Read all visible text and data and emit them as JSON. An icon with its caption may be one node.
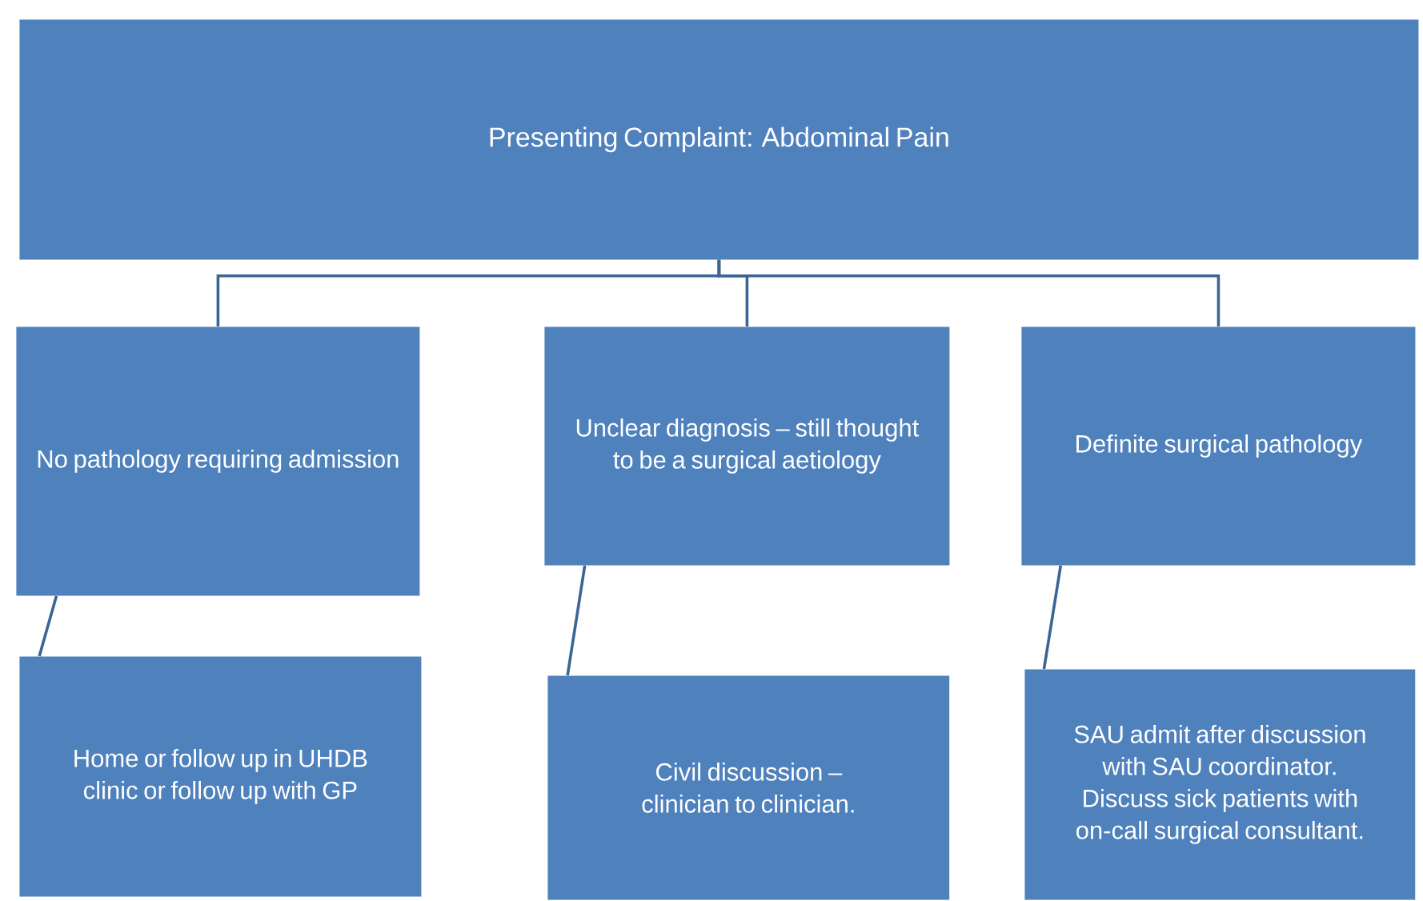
{
  "diagram": {
    "nodes": [
      {
        "text": [
          "Presenting Complaint: Abdominal Pain"
        ]
      },
      {
        "text": [
          "No pathology requiring admission"
        ]
      },
      {
        "text": [
          "Unclear diagnosis – still thought to be a surgical aetiology"
        ]
      },
      {
        "text": [
          "Definite surgical pathology"
        ]
      },
      {
        "text": [
          "Home or follow up in UHDB clinic or follow up with GP"
        ]
      },
      {
        "text": [
          "Civil discussion – clinician to clinician."
        ]
      },
      {
        "text": [
          "SAU admit after discussion with SAU coordinator. Discuss sick patients with on-call surgical consultant."
        ]
      }
    ],
    "edges": [
      {
        "from": 0,
        "to": 1,
        "arrow": "none"
      },
      {
        "from": 0,
        "to": 2,
        "arrow": "none"
      },
      {
        "from": 0,
        "to": 3,
        "arrow": "none"
      },
      {
        "from": 1,
        "to": 4,
        "arrow": "none"
      },
      {
        "from": 2,
        "to": 5,
        "arrow": "none"
      },
      {
        "from": 3,
        "to": 6,
        "arrow": "none"
      }
    ]
  }
}
